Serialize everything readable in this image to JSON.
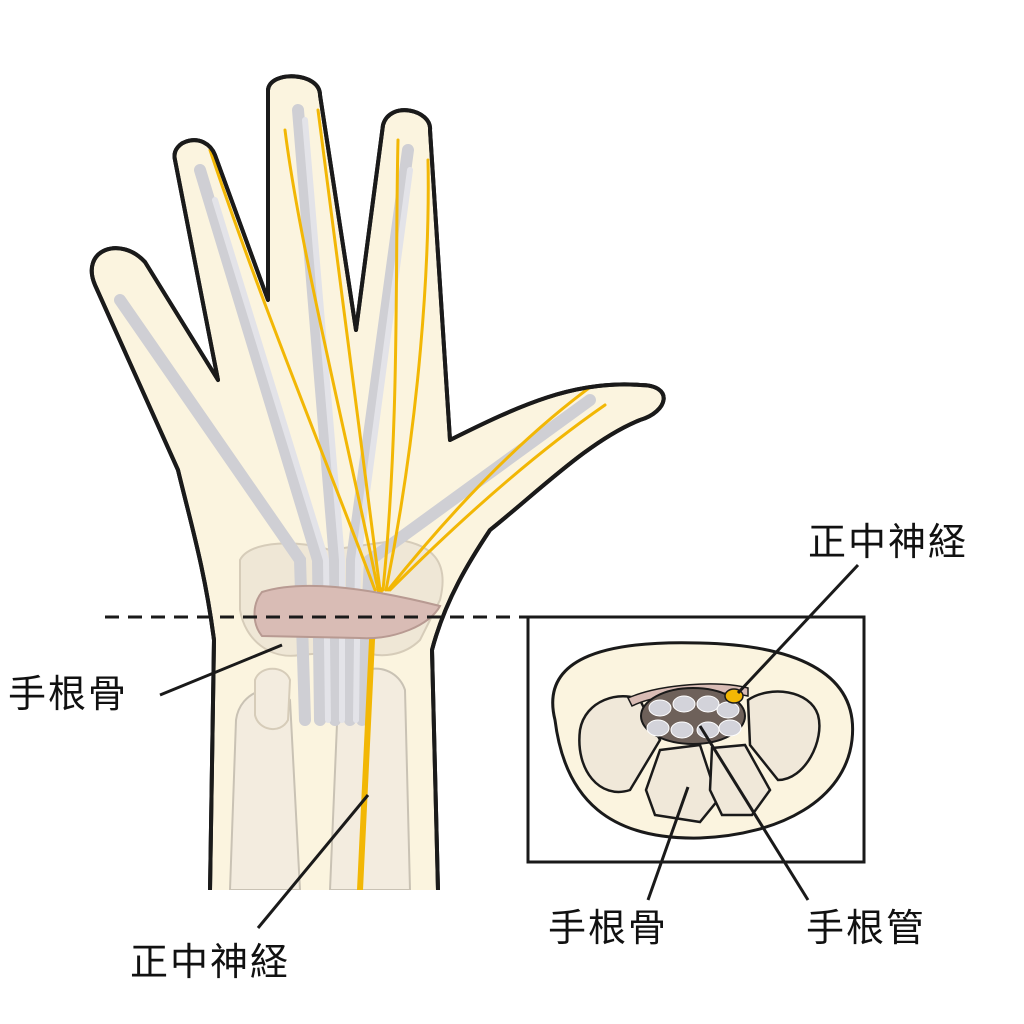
{
  "labels": {
    "carpal_bones_hand": "手根骨",
    "median_nerve_hand": "正中神経",
    "median_nerve_section": "正中神経",
    "carpal_bones_section": "手根骨",
    "carpal_tunnel_section": "手根管"
  },
  "colors": {
    "skin": "#fbf4df",
    "skin_outline": "#1a1a1a",
    "bone": "#f3ecdf",
    "tendon": "#cfcfd4",
    "nerve": "#f2b705",
    "ligament": "#d9bcb5",
    "tunnel_fill": "#6e615a",
    "tendon_section": "#d3d3da"
  }
}
